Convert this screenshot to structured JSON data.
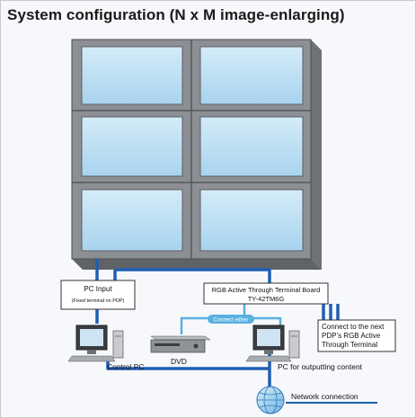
{
  "title": "System configuration (N x M image-enlarging)",
  "labels": {
    "pc_input": "PC Input",
    "pc_input_note": "(Fixed terminal on PDP)",
    "rgb_board_line1": "RGB Active Through Terminal Board",
    "rgb_board_line2": "TY-42TM6G",
    "connect_either": "Connect either",
    "next_pdp_line1": "Connect to the next",
    "next_pdp_line2": "PDP’s RGB Active",
    "next_pdp_line3": "Through Terminal",
    "control_pc": "Control PC",
    "dvd": "DVD",
    "pc_output": "PC for outputting content",
    "network": "Network connection"
  },
  "video_wall": {
    "rows": 3,
    "columns": 2,
    "screen_color": "#b9dcf0",
    "bezel_color": "#8a8d92"
  },
  "colors": {
    "cable": "#1f5fb3",
    "cable_light": "#5ab0e0",
    "accent": "#1f5fb3"
  }
}
